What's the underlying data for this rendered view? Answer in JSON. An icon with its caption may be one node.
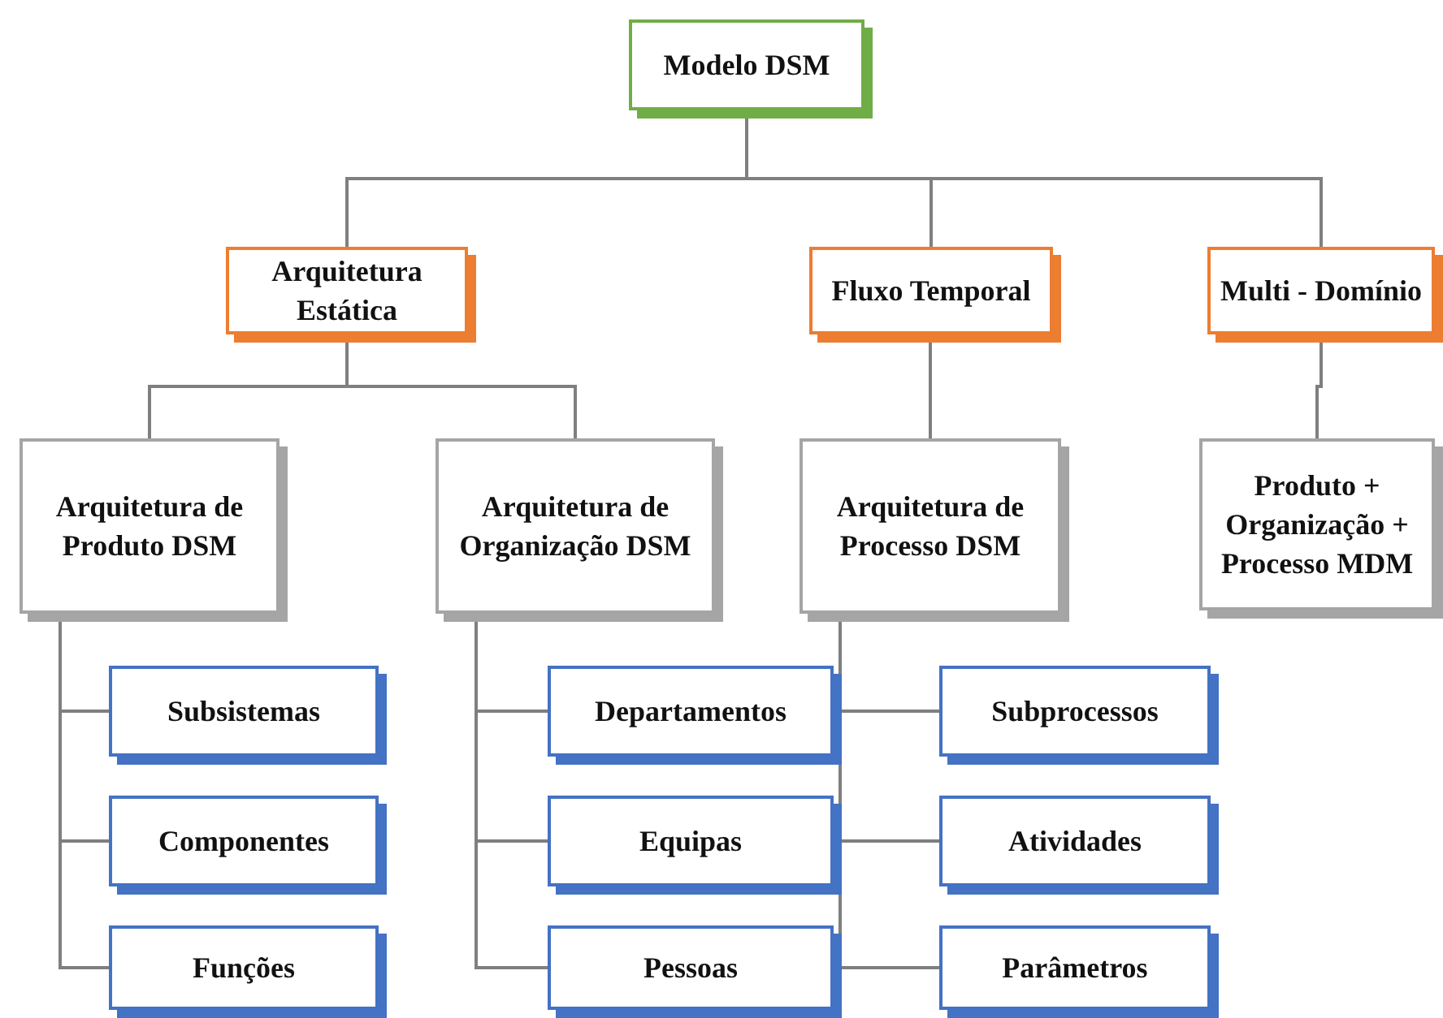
{
  "diagram": {
    "nodes": [
      {
        "text": [
          "Modelo DSM"
        ]
      },
      {
        "text": [
          "Arquitetura Estática"
        ]
      },
      {
        "text": [
          "Fluxo Temporal"
        ]
      },
      {
        "text": [
          "Multi - Domínio"
        ]
      },
      {
        "text": [
          "Arquitetura de Produto DSM"
        ]
      },
      {
        "text": [
          "Arquitetura de Organização DSM"
        ]
      },
      {
        "text": [
          "Arquitetura de Processo DSM"
        ]
      },
      {
        "text": [
          "Produto + Organização + Processo MDM"
        ]
      },
      {
        "text": [
          "Subsistemas"
        ]
      },
      {
        "text": [
          "Componentes"
        ]
      },
      {
        "text": [
          "Funções"
        ]
      },
      {
        "text": [
          "Departamentos"
        ]
      },
      {
        "text": [
          "Equipas"
        ]
      },
      {
        "text": [
          "Pessoas"
        ]
      },
      {
        "text": [
          "Subprocessos"
        ]
      },
      {
        "text": [
          "Atividades"
        ]
      },
      {
        "text": [
          "Parâmetros"
        ]
      }
    ],
    "edges": [
      {
        "from": 0,
        "to": 1,
        "arrow": "none"
      },
      {
        "from": 0,
        "to": 2,
        "arrow": "none"
      },
      {
        "from": 0,
        "to": 3,
        "arrow": "none"
      },
      {
        "from": 1,
        "to": 4,
        "arrow": "none"
      },
      {
        "from": 1,
        "to": 5,
        "arrow": "none"
      },
      {
        "from": 2,
        "to": 6,
        "arrow": "none"
      },
      {
        "from": 3,
        "to": 7,
        "arrow": "none"
      },
      {
        "from": 4,
        "to": 8,
        "arrow": "none"
      },
      {
        "from": 4,
        "to": 9,
        "arrow": "none"
      },
      {
        "from": 4,
        "to": 10,
        "arrow": "none"
      },
      {
        "from": 5,
        "to": 11,
        "arrow": "none"
      },
      {
        "from": 5,
        "to": 12,
        "arrow": "none"
      },
      {
        "from": 5,
        "to": 13,
        "arrow": "none"
      },
      {
        "from": 6,
        "to": 14,
        "arrow": "none"
      },
      {
        "from": 6,
        "to": 15,
        "arrow": "none"
      },
      {
        "from": 6,
        "to": 16,
        "arrow": "none"
      }
    ]
  }
}
